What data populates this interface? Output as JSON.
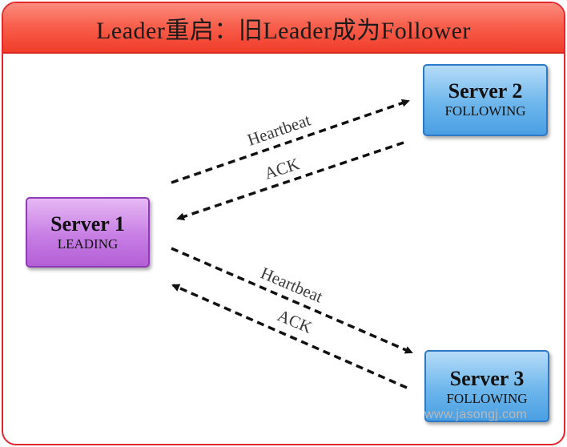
{
  "title": "Leader重启：旧Leader成为Follower",
  "servers": [
    {
      "name": "Server 1",
      "state": "LEADING",
      "color": "#c77ee4"
    },
    {
      "name": "Server 2",
      "state": "FOLLOWING",
      "color": "#6db6ec"
    },
    {
      "name": "Server 3",
      "state": "FOLLOWING",
      "color": "#6db6ec"
    }
  ],
  "arrows": {
    "to_server2": "Heartbeat",
    "from_server2": "ACK",
    "to_server3": "Heartbeat",
    "from_server3": "ACK"
  },
  "watermark": "www.jasongj.com"
}
